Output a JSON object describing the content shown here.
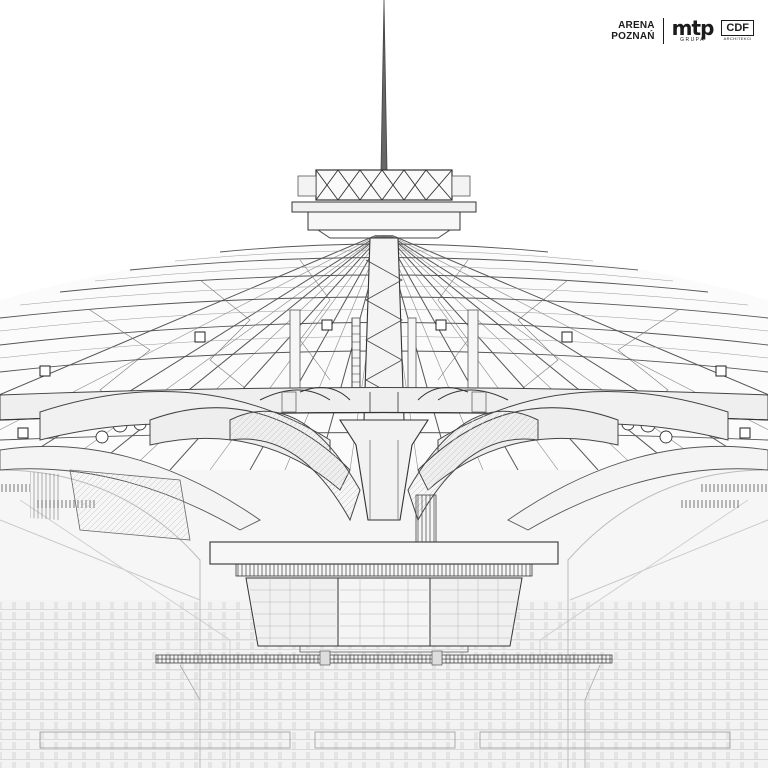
{
  "branding": {
    "arena_line1": "ARENA",
    "arena_line2": "POZNAŃ",
    "mtp_mark": "mtp",
    "mtp_sub": "GRUPA",
    "cdf_mark": "CDF",
    "cdf_sub": "ARCHITEKCI"
  },
  "drawing": {
    "subject": "arena-roof-structure-linework",
    "colors": {
      "background": "#ffffff",
      "line": "#3a3a3a",
      "light_line": "#9a9a9a",
      "fill": "#f2f2f2",
      "shade": "#e3e3e3"
    }
  }
}
